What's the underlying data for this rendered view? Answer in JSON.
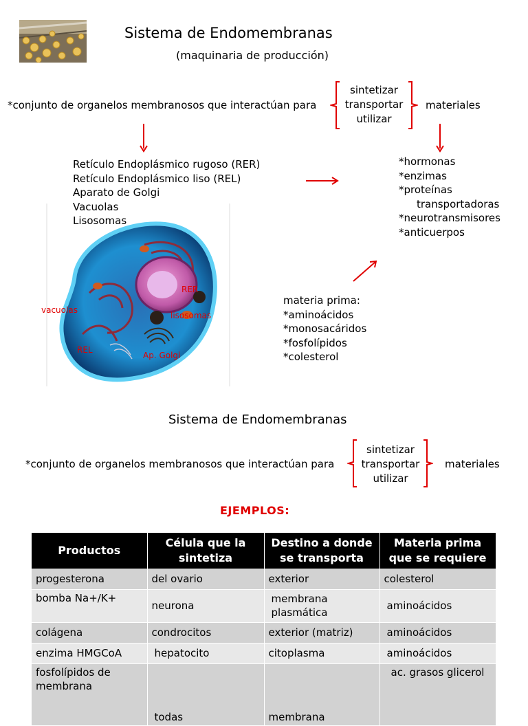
{
  "slide1": {
    "title": "Sistema de Endomembranas",
    "subtitle": "(maquinaria de producción)",
    "definition": "*conjunto de organelos membranosos que interactúan para",
    "brace_words": [
      "sintetizar",
      "transportar",
      "utilizar"
    ],
    "materiales": "materiales",
    "organelles": [
      "Retículo Endoplásmico rugoso (RER)",
      "Retículo Endoplásmico liso (REL)",
      "Aparato de Golgi",
      "Vacuolas",
      "Lisosomas"
    ],
    "products": [
      "*hormonas",
      "*enzimas",
      "*proteínas",
      "transportadoras",
      "*neurotransmisores",
      "*anticuerpos"
    ],
    "raw_material_title": "materia prima:",
    "raw_materials": [
      "*aminoácidos",
      "*monosacáridos",
      "*fosfolípidos",
      "*colesterol"
    ],
    "cell_labels": {
      "rer": "RER",
      "vacuolas": "vacuolas",
      "lisosomas": "lisosomas",
      "rel": "REL",
      "golgi": "Ap. Golgi"
    }
  },
  "slide2": {
    "title": "Sistema de Endomembranas",
    "definition": "*conjunto de organelos membranosos que interactúan para",
    "brace_words": [
      "sintetizar",
      "transportar",
      "utilizar"
    ],
    "materiales": "materiales",
    "ejemplos": "EJEMPLOS:",
    "table": {
      "headers": [
        "Productos",
        "Célula que la sintetiza",
        "Destino a donde se transporta",
        "Materia prima que se requiere"
      ],
      "rows": [
        [
          "progesterona",
          "del ovario",
          "exterior",
          "colesterol"
        ],
        [
          "bomba Na+/K+",
          "neurona",
          "membrana plasmática",
          "aminoácidos"
        ],
        [
          "colágena",
          "condrocitos",
          "exterior (matriz)",
          "aminoácidos"
        ],
        [
          "enzima HMGCoA",
          "hepatocito",
          "citoplasma",
          "aminoácidos"
        ],
        [
          "fosfolípidos de membrana",
          "todas",
          "membrana",
          "ac. grasos glicerol"
        ]
      ]
    }
  },
  "colors": {
    "accent_red": "#e00000",
    "header_black": "#000000",
    "row_gray": "#d2d2d2"
  }
}
